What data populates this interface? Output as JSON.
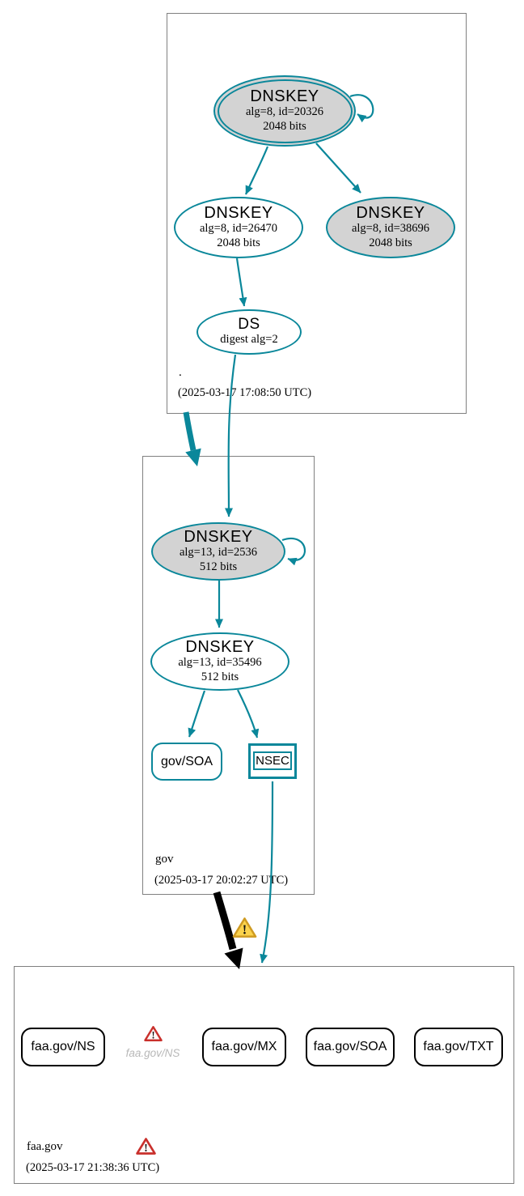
{
  "zones": [
    {
      "label": ".",
      "timestamp": "(2025-03-17 17:08:50 UTC)",
      "nodes": [
        {
          "title": "DNSKEY",
          "sub1": "alg=8, id=20326",
          "sub2": "2048 bits"
        },
        {
          "title": "DNSKEY",
          "sub1": "alg=8, id=26470",
          "sub2": "2048 bits"
        },
        {
          "title": "DNSKEY",
          "sub1": "alg=8, id=38696",
          "sub2": "2048 bits"
        },
        {
          "title": "DS",
          "sub1": "digest alg=2"
        }
      ]
    },
    {
      "label": "gov",
      "timestamp": "(2025-03-17 20:02:27 UTC)",
      "nodes": [
        {
          "title": "DNSKEY",
          "sub1": "alg=13, id=2536",
          "sub2": "512 bits"
        },
        {
          "title": "DNSKEY",
          "sub1": "alg=13, id=35496",
          "sub2": "512 bits"
        },
        {
          "title": "gov/SOA"
        },
        {
          "title": "NSEC"
        }
      ]
    },
    {
      "label": "faa.gov",
      "timestamp": "(2025-03-17 21:38:36 UTC)",
      "nodes": [
        {
          "title": "faa.gov/NS"
        },
        {
          "title": "faa.gov/MX"
        },
        {
          "title": "faa.gov/SOA"
        },
        {
          "title": "faa.gov/TXT"
        }
      ],
      "missing_caption": "faa.gov/NS"
    }
  ],
  "colors": {
    "edge_secure": "#0a879a",
    "edge_bogus": "#000000",
    "node_fill_gray": "#d3d3d3",
    "warning_yellow": "#fbd34d",
    "error_red": "#c9302c",
    "caption_gray": "#b8b8b8",
    "zone_border": "#808080"
  }
}
